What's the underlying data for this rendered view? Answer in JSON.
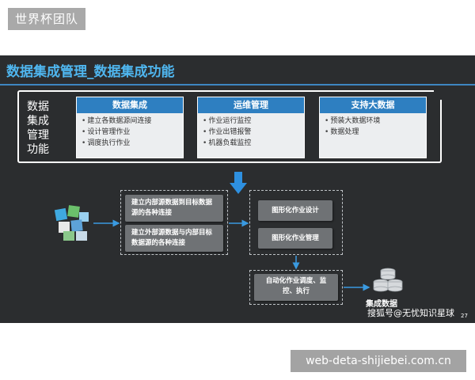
{
  "top_tag": "世界杯团队",
  "slide": {
    "title": "数据集成管理_数据集成功能",
    "side_label": "数据集成管理功能",
    "panels": [
      {
        "title": "数据集成",
        "items": [
          "建立各数据源间连接",
          "设计管理作业",
          "调度执行作业"
        ]
      },
      {
        "title": "运维管理",
        "items": [
          "作业运行监控",
          "作业出错报警",
          "机器负载监控"
        ]
      },
      {
        "title": "支持大数据",
        "items": [
          "预装大数据环境",
          "数据处理"
        ]
      }
    ],
    "flow": {
      "connect_internal": "建立内部源数据到目标数据源的各种连接",
      "connect_external": "建立外部源数据与内部目标数据源的各种连接",
      "design_job": "图形化作业设计",
      "manage_job": "图形化作业管理",
      "auto_schedule": "自动化作业调度、监控、执行"
    },
    "result_label": "集成数据",
    "watermark": "搜狐号@无忧知识星球",
    "page_number": "27"
  },
  "bottom_tag": "web-deta-shijiebei.com.cn",
  "colors": {
    "slide_bg": "#2b2d2f",
    "accent_blue": "#2e7fc1",
    "title_blue": "#4fb6ef",
    "button_grey": "#6f7275"
  }
}
